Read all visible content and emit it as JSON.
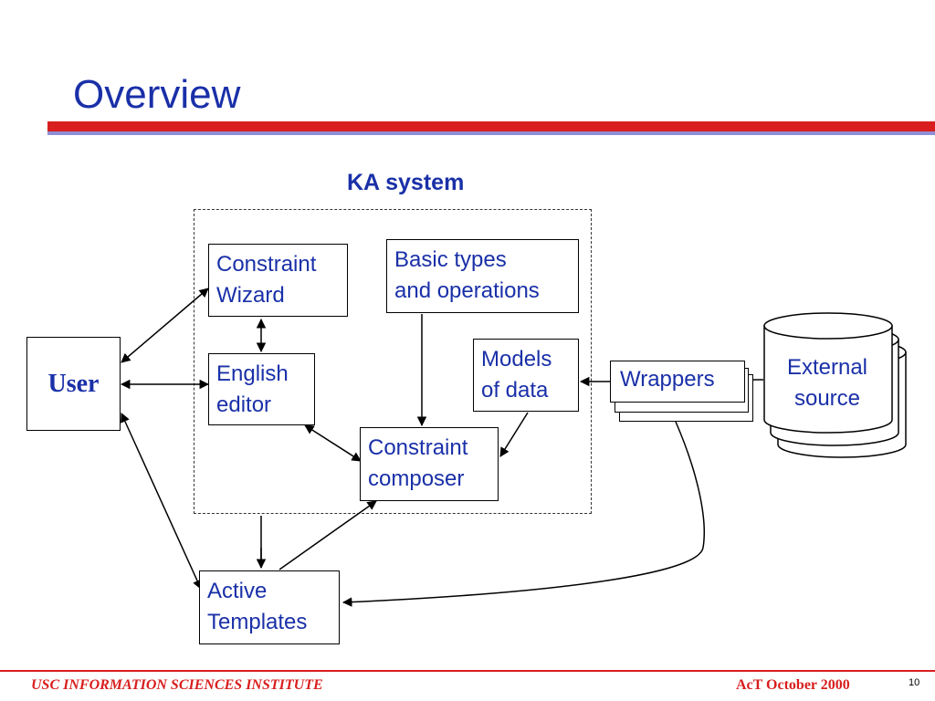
{
  "slide": {
    "title": "Overview",
    "ka_label": "KA system"
  },
  "nodes": {
    "user": "User",
    "constraint_wizard": [
      "Constraint",
      "Wizard"
    ],
    "basic_types": [
      "Basic types",
      "and operations"
    ],
    "english_editor": [
      "English",
      "editor"
    ],
    "models_of_data": [
      "Models",
      "of data"
    ],
    "constraint_composer": [
      "Constraint",
      "composer"
    ],
    "wrappers": "Wrappers",
    "external_source": [
      "External",
      "source"
    ],
    "active_templates": [
      "Active",
      "Templates"
    ]
  },
  "footer": {
    "institute": "USC INFORMATION SCIENCES INSTITUTE",
    "event": "AcT October 2000",
    "page": "10"
  },
  "colors": {
    "text_blue": "#1a30a8",
    "accent_red": "#d81e1e",
    "rule_blue": "#8f8fd6"
  }
}
